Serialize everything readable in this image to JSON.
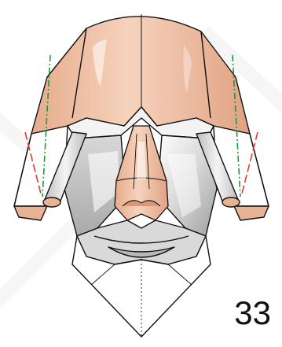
{
  "step": {
    "number": "33"
  },
  "colors": {
    "skin": "#e8b294",
    "skin_light": "#f7d8c4",
    "skin_dark": "#cf9070",
    "paper_white": "#ffffff",
    "shade_gray": "#c9c9c9",
    "shade_dark": "#9d9d9d",
    "line": "#111111",
    "guide_green": "#1a9a3a",
    "guide_red": "#e03a2e"
  },
  "icons": [
    "origami-face-diagram",
    "valley-fold-line",
    "mountain-fold-line"
  ]
}
